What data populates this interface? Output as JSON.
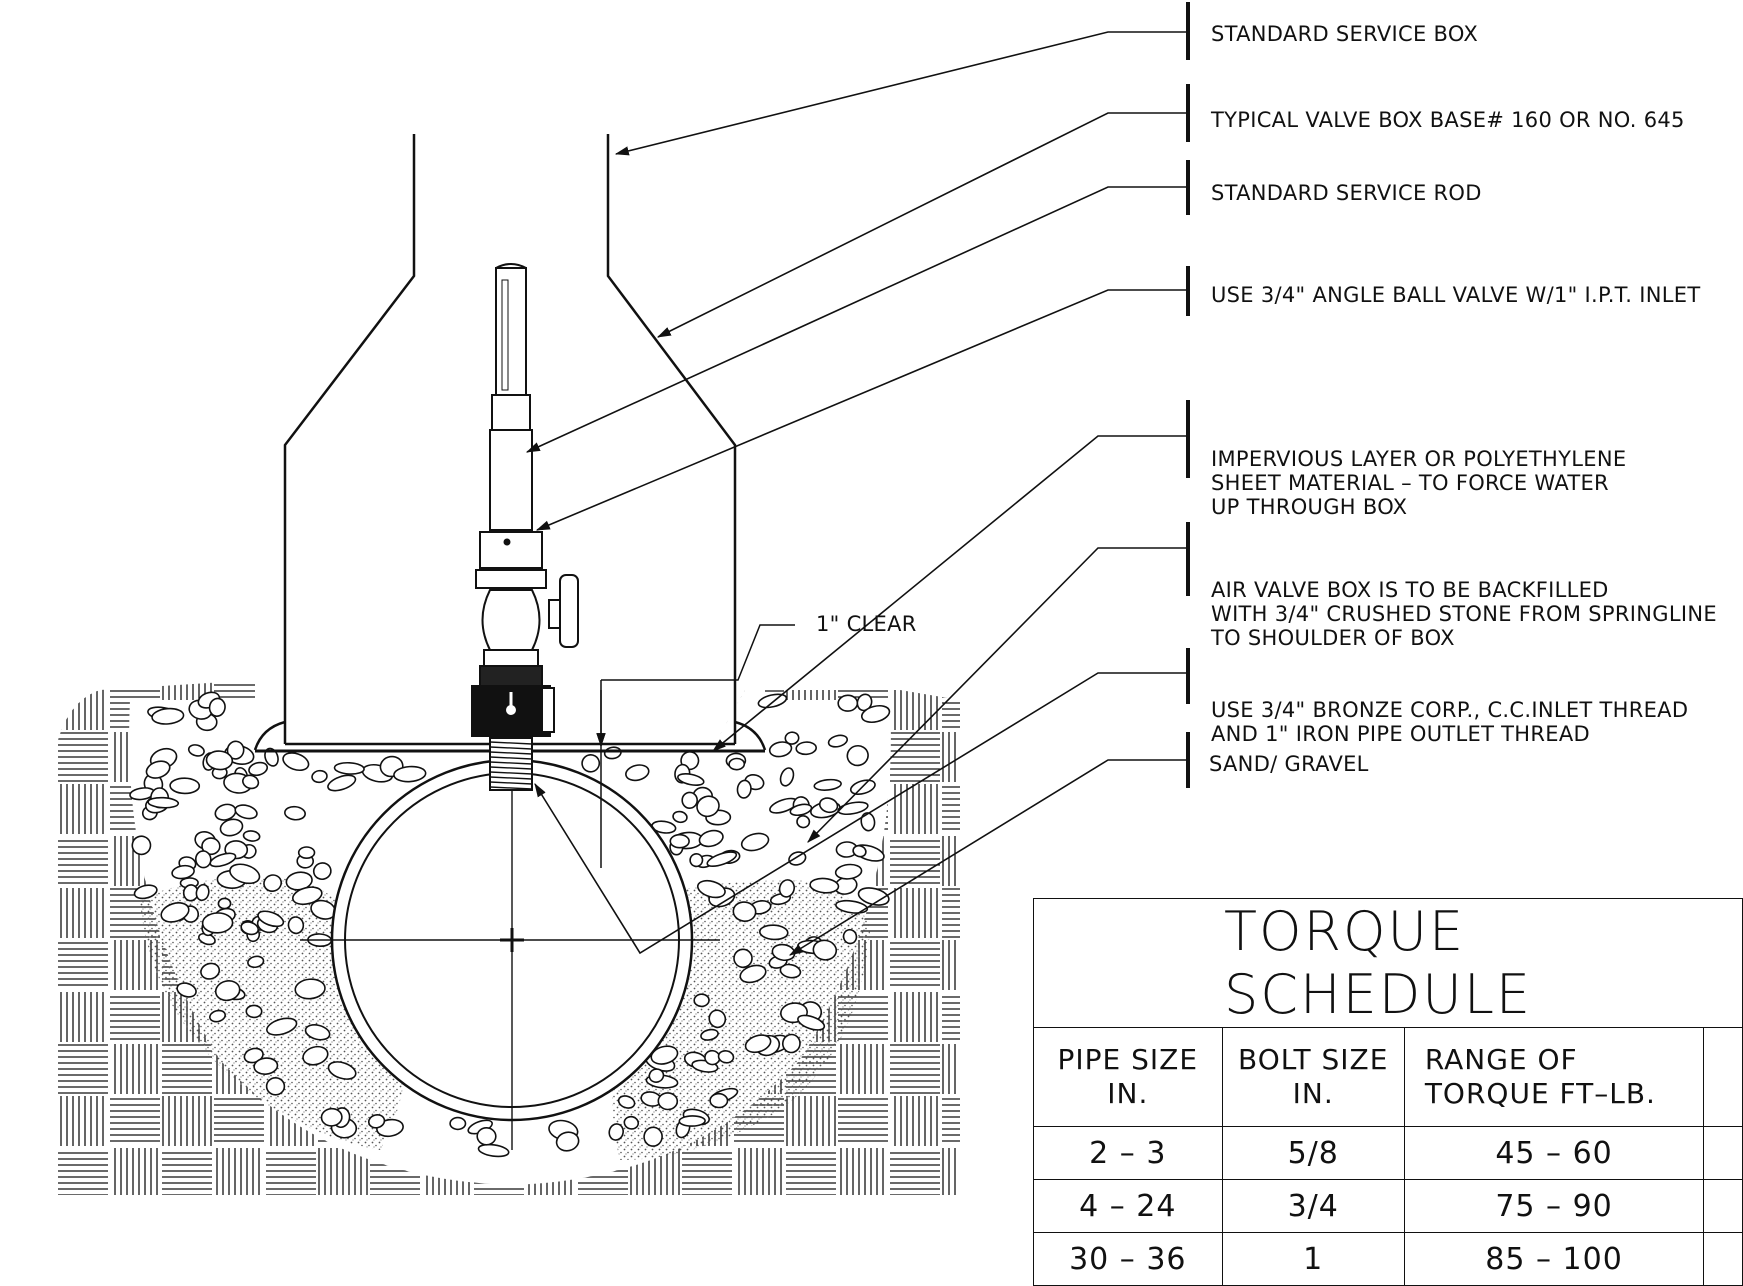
{
  "callouts": [
    {
      "id": "service-box",
      "lines": [
        "STANDARD SERVICE BOX"
      ]
    },
    {
      "id": "valve-box-base",
      "lines": [
        "TYPICAL VALVE BOX BASE# 160 OR NO. 645"
      ]
    },
    {
      "id": "service-rod",
      "lines": [
        "STANDARD SERVICE ROD"
      ]
    },
    {
      "id": "ball-valve",
      "lines": [
        "USE 3/4\" ANGLE BALL VALVE W/1\" I.P.T. INLET"
      ]
    },
    {
      "id": "impervious-layer",
      "lines": [
        "IMPERVIOUS LAYER OR POLYETHYLENE",
        "SHEET MATERIAL – TO FORCE WATER",
        "UP THROUGH BOX"
      ]
    },
    {
      "id": "backfill",
      "lines": [
        "AIR VALVE BOX IS TO BE BACKFILLED",
        "WITH 3/4\" CRUSHED STONE FROM SPRINGLINE",
        "TO SHOULDER OF BOX"
      ]
    },
    {
      "id": "bronze-corp",
      "lines": [
        "USE 3/4\" BRONZE CORP., C.C.INLET THREAD",
        "AND 1\" IRON PIPE OUTLET THREAD"
      ]
    },
    {
      "id": "sand-gravel",
      "lines": [
        "SAND/ GRAVEL"
      ]
    }
  ],
  "clear_label": "1\" CLEAR",
  "table": {
    "title": "TORQUE SCHEDULE",
    "headers": [
      [
        "PIPE SIZE",
        "IN."
      ],
      [
        "BOLT SIZE",
        "IN."
      ],
      [
        "RANGE OF",
        "TORQUE FT–LB."
      ]
    ],
    "rows": [
      [
        "2 – 3",
        "5/8",
        "45 – 60"
      ],
      [
        "4 – 24",
        "3/4",
        "75 – 90"
      ],
      [
        "30 – 36",
        "1",
        "85 – 100"
      ]
    ]
  },
  "colors": {
    "ink": "#111111",
    "paper": "#ffffff",
    "stipple": "#6a6a6a"
  }
}
